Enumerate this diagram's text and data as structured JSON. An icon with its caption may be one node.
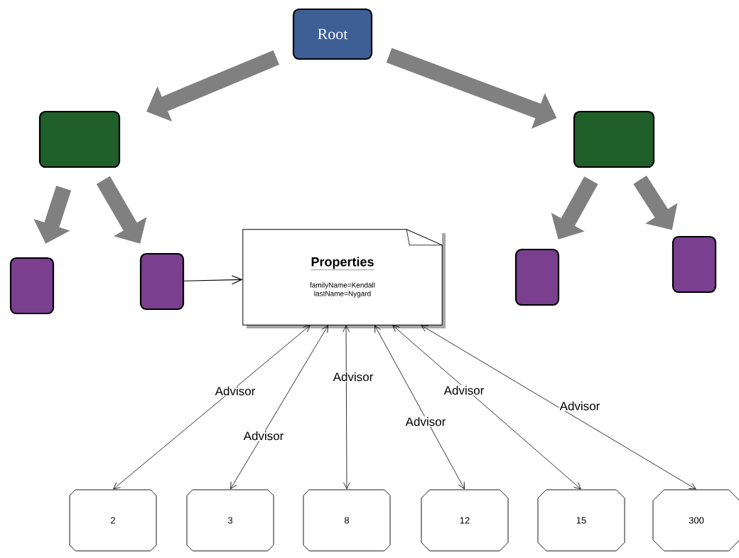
{
  "diagram": {
    "nodes": [
      {
        "text": [
          "Root"
        ]
      },
      {
        "text": [],
        "shape": "box"
      },
      {
        "text": [],
        "shape": "box"
      },
      {
        "text": [],
        "shape": "box"
      },
      {
        "text": [],
        "shape": "box"
      },
      {
        "text": [
          "Properties",
          "familyName=Kendall",
          "lastName=Nygard"
        ]
      },
      {
        "text": [],
        "shape": "box"
      },
      {
        "text": [],
        "shape": "box"
      },
      {
        "text": [
          "2"
        ]
      },
      {
        "text": [
          "3"
        ]
      },
      {
        "text": [
          "8"
        ]
      },
      {
        "text": [
          "12"
        ]
      },
      {
        "text": [
          "15"
        ]
      },
      {
        "text": [
          "300"
        ]
      }
    ],
    "edges": [
      {
        "from": 0,
        "to": 1,
        "arrow": "to",
        "style": "thick",
        "color": "#808080"
      },
      {
        "from": 0,
        "to": 2,
        "arrow": "to",
        "style": "thick",
        "color": "#808080"
      },
      {
        "from": 1,
        "to": 3,
        "arrow": "to",
        "style": "thick",
        "color": "#808080"
      },
      {
        "from": 1,
        "to": 4,
        "arrow": "to",
        "style": "thick",
        "color": "#808080"
      },
      {
        "from": 2,
        "to": 6,
        "arrow": "to",
        "style": "thick",
        "color": "#808080"
      },
      {
        "from": 2,
        "to": 7,
        "arrow": "to",
        "style": "thick",
        "color": "#808080"
      },
      {
        "from": 4,
        "to": 5,
        "arrow": "to"
      },
      {
        "from": 5,
        "to": 8,
        "arrow": "both",
        "label": "Advisor"
      },
      {
        "from": 5,
        "to": 9,
        "arrow": "both",
        "label": "Advisor"
      },
      {
        "from": 5,
        "to": 10,
        "arrow": "both",
        "label": "Advisor"
      },
      {
        "from": 5,
        "to": 11,
        "arrow": "both",
        "label": "Advisor"
      },
      {
        "from": 5,
        "to": 12,
        "arrow": "both",
        "label": "Advisor"
      },
      {
        "from": 5,
        "to": 13,
        "arrow": "both",
        "label": "Advisor"
      }
    ]
  }
}
